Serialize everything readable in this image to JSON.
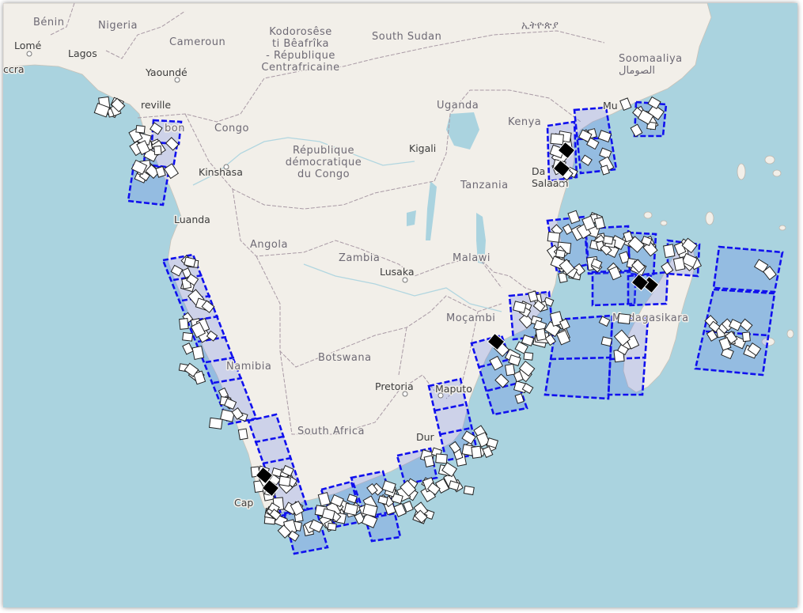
{
  "map": {
    "labels": {
      "benin": "Bénin",
      "nigeria": "Nigeria",
      "cameroun": "Cameroun",
      "car": "Kodorosêse\nti Bêafrîka\n- République\nCentrafricaine",
      "south_sudan": "South Sudan",
      "ethiopia": "ኢትዮጵያ",
      "somalia": "Soomaaliya\nالصومال",
      "lome": "Lomé",
      "lagos": "Lagos",
      "accra": "ccra",
      "yaounde": "Yaoundé",
      "libreville": "reville",
      "gabon": "bon",
      "congo": "Congo",
      "drc": "République\ndémocratique\ndu Congo",
      "kinshasa": "Kinshasa",
      "uganda": "Uganda",
      "kenya": "Kenya",
      "mogadishu": "Mu",
      "kigali": "Kigali",
      "tanzania": "Tanzania",
      "dar": "Da\nSalaam",
      "luanda": "Luanda",
      "angola": "Angola",
      "zambia": "Zambia",
      "malawi": "Malawi",
      "lusaka": "Lusaka",
      "mozambique": "Moçambi",
      "madagascar": "Madagasikara",
      "namibia": "Namibia",
      "botswana": "Botswana",
      "pretoria": "Pretoria",
      "maputo": "Maputo",
      "south_africa": "South Africa",
      "durban": "Dur",
      "cape_town": "Cap"
    },
    "colors": {
      "ocean": "#aad3df",
      "land": "#f2efe9",
      "border": "#a99aa5",
      "footprint_stroke": "#1010ee",
      "footprint_fill": "#4a6fe8",
      "marker_fill": "#ffffff",
      "marker_selected": "#000000"
    }
  }
}
